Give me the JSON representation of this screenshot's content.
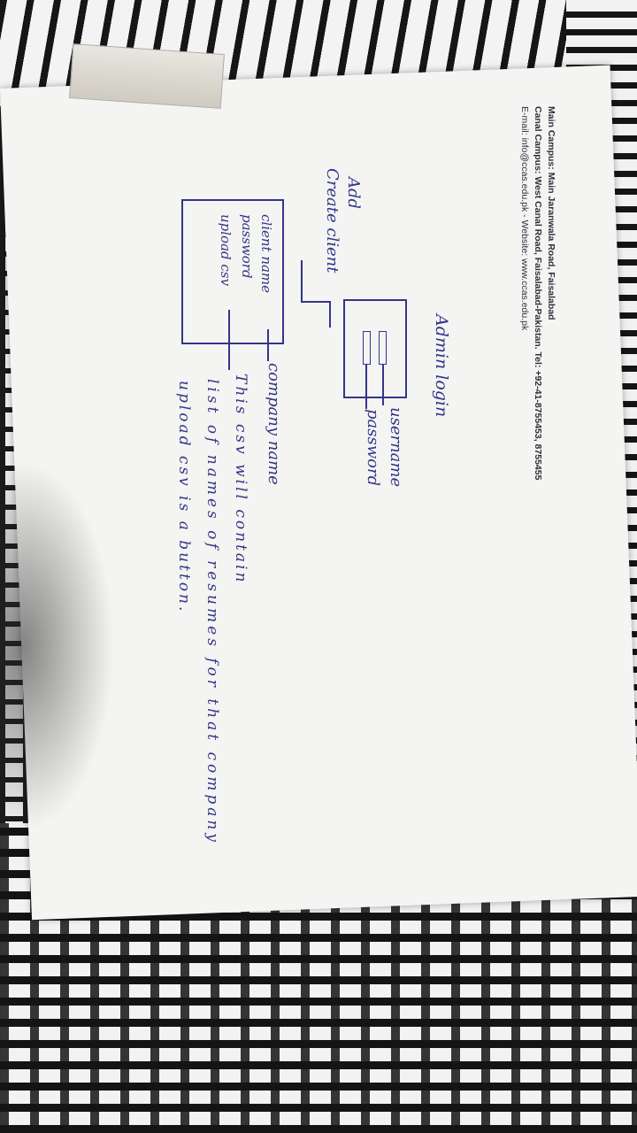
{
  "letterhead": {
    "main_campus": "Main Campus: Main Jaranwala Road, Faisalabad",
    "canal_campus": "Canal Campus: West Canal Road, Faisalabad-Pakistan. Tel: +92-41-8755453, 8755455",
    "email_website": "E-mail: info@ccas.edu.pk - Website: www.ccas.edu.pk"
  },
  "sketch": {
    "title": "Admin login",
    "username_label": "username",
    "password_label": "password",
    "add_label": "Add",
    "create_client_label": "Create client",
    "form_fields": [
      "client name",
      "password",
      "upload csv"
    ],
    "company_name_note": "company name",
    "csv_note_lines": [
      "This csv will contain",
      "list of names of resumes for that company",
      "upload csv is a button."
    ]
  },
  "colors": {
    "ink": "#34358a",
    "paper": "#f4f4f2"
  }
}
